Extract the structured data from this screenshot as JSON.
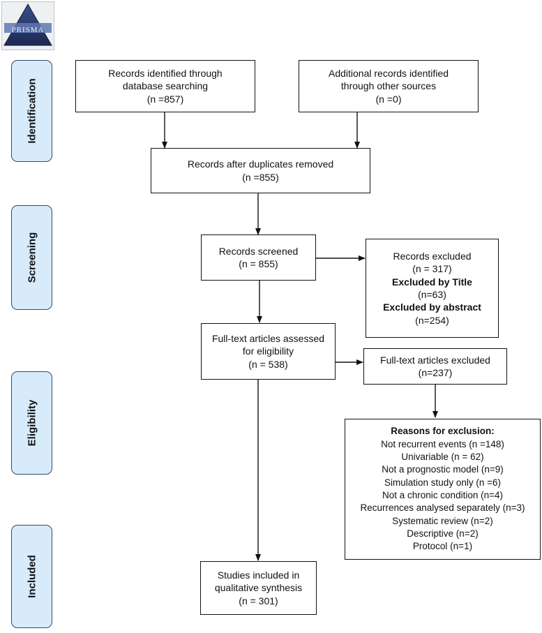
{
  "logo": {
    "text": "PRISMA"
  },
  "phases": {
    "identification": "Identification",
    "screening": "Screening",
    "eligibility": "Eligibility",
    "included": "Included"
  },
  "boxes": {
    "database": {
      "line1": "Records identified through",
      "line2": "database searching",
      "count": "(n =857)"
    },
    "other_sources": {
      "line1": "Additional records identified",
      "line2": "through other sources",
      "count": "(n =0)"
    },
    "deduplicated": {
      "line1": "Records after duplicates removed",
      "count": "(n =855)"
    },
    "screened": {
      "line1": "Records screened",
      "count": "(n = 855)"
    },
    "excluded_records": {
      "line1": "Records excluded",
      "count": "(n = 317)",
      "title_label": "Excluded by Title",
      "title_count": "(n=63)",
      "abstract_label": "Excluded by abstract",
      "abstract_count": "(n=254)"
    },
    "fulltext_assessed": {
      "line1": "Full-text articles assessed",
      "line2": "for eligibility",
      "count": "(n = 538)"
    },
    "fulltext_excluded": {
      "line1": "Full-text articles excluded",
      "count": "(n=237)"
    },
    "reasons": {
      "heading": "Reasons for exclusion:",
      "items": [
        "Not recurrent events (n =148)",
        "Univariable (n = 62)",
        "Not a prognostic model (n=9)",
        "Simulation study only (n =6)",
        "Not a chronic condition (n=4)",
        "Recurrences analysed separately (n=3)",
        "Systematic review (n=2)",
        "Descriptive (n=2)",
        "Protocol (n=1)"
      ]
    },
    "included": {
      "line1": "Studies included in",
      "line2": "qualitative synthesis",
      "count": "(n = 301)"
    }
  }
}
